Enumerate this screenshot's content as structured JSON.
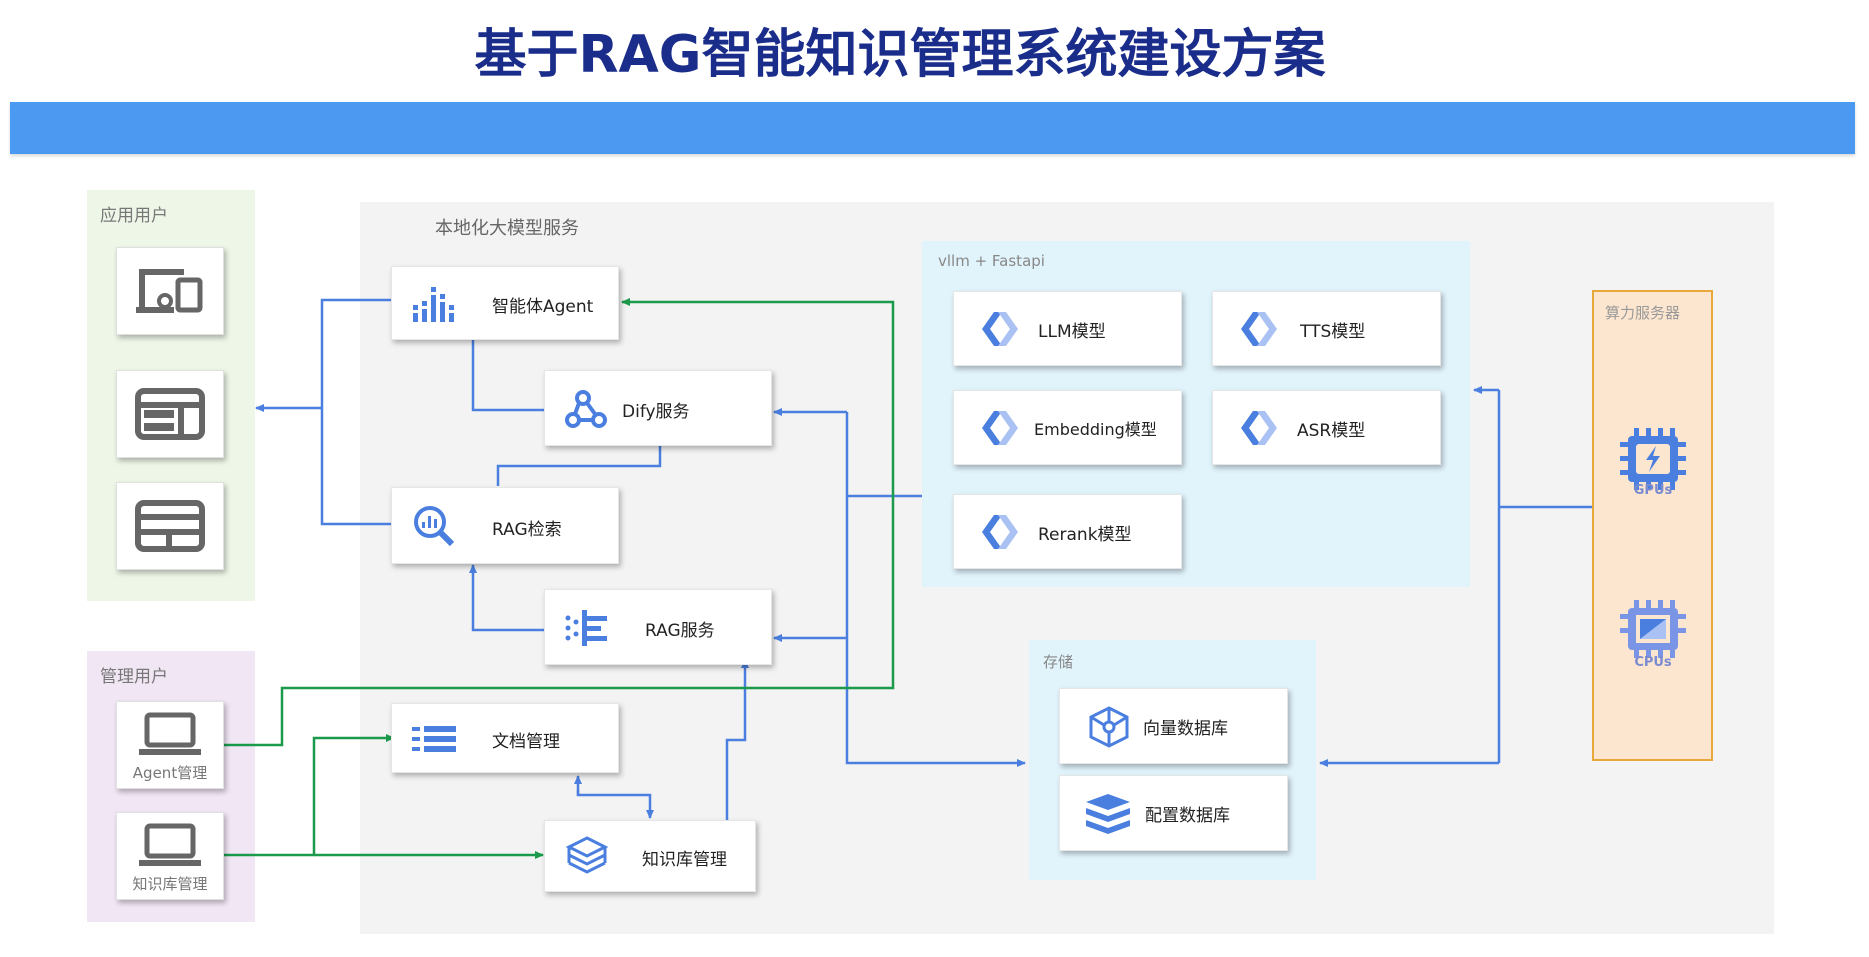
{
  "title": "基于RAG智能知识管理系统建设方案",
  "panels": {
    "app_users": "应用用户",
    "admin_users": "管理用户",
    "local_service": "本地化大模型服务",
    "vllm": "vllm + Fastapi",
    "storage": "存储",
    "compute": "算力服务器"
  },
  "services": {
    "agent": "智能体Agent",
    "dify": "Dify服务",
    "rag_search": "RAG检索",
    "rag_service": "RAG服务",
    "doc_mgmt": "文档管理",
    "kb_mgmt": "知识库管理"
  },
  "models": {
    "llm": "LLM模型",
    "tts": "TTS模型",
    "embedding": "Embedding模型",
    "asr": "ASR模型",
    "rerank": "Rerank模型"
  },
  "storage": {
    "vector_db": "向量数据库",
    "config_db": "配置数据库"
  },
  "compute": {
    "gpus": "GPUs",
    "cpus": "CPUs"
  },
  "admin": {
    "agent_mgmt": "Agent管理",
    "kb_mgmt": "知识库管理"
  },
  "icons": [
    "monitor-device-icon",
    "dashboard-icon",
    "layout-icon",
    "laptop-icon",
    "bar-chart-icon",
    "dify-nodes-icon",
    "search-chart-icon",
    "rag-filter-icon",
    "list-icon",
    "layers-icon",
    "model-chevron-icon",
    "network-cube-icon",
    "database-stack-icon",
    "gpu-chip-icon",
    "cpu-chip-icon"
  ],
  "colors": {
    "title": "#1a2d8a",
    "banner": "#4b99f1",
    "blue_arrow": "#4a7fe0",
    "green_arrow": "#1a9a4a",
    "app_users_bg": "#eef6e8",
    "admin_users_bg": "#f1e6f4",
    "local_bg": "#f3f3f3",
    "vllm_bg": "#e1f3fb",
    "compute_bg": "#fde6cf",
    "compute_border": "#e8a93a"
  }
}
